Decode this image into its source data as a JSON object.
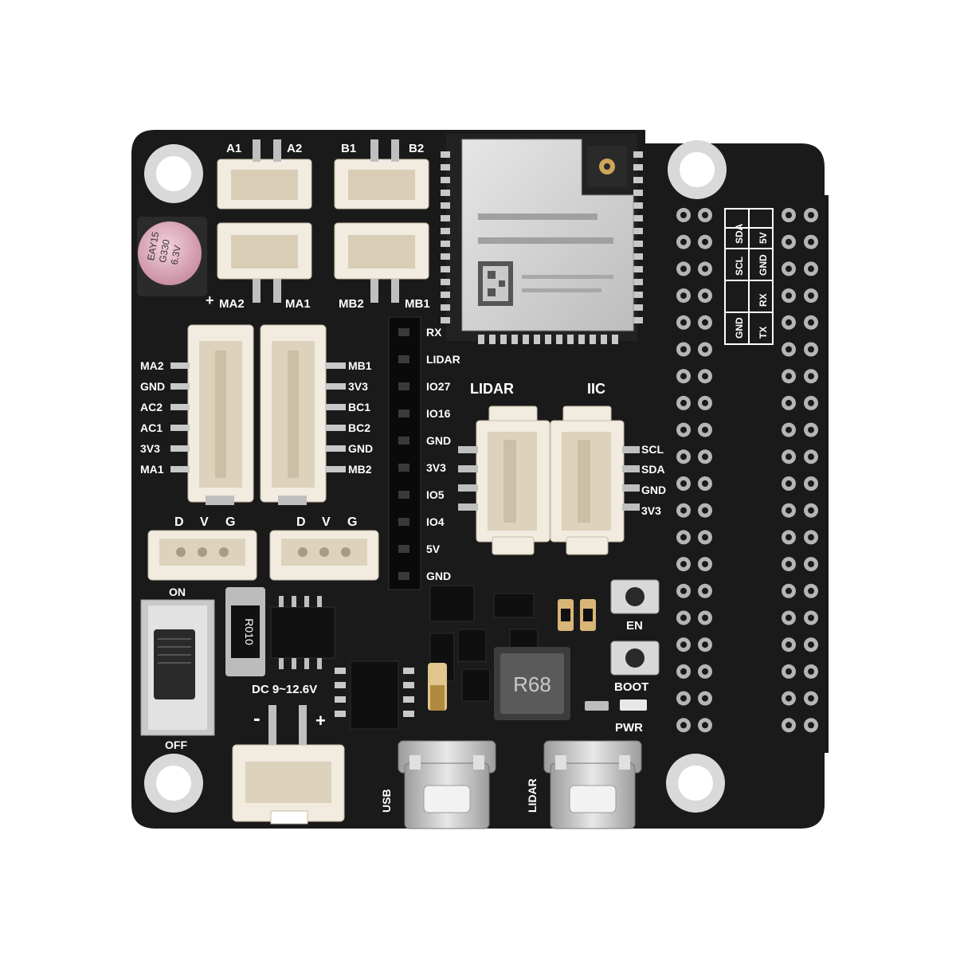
{
  "board": {
    "motor_header_top": {
      "a1": "A1",
      "a2": "A2",
      "b1": "B1",
      "b2": "B2"
    },
    "motor_header_bottom": {
      "ma2": "MA2",
      "ma1": "MA1",
      "mb2": "MB2",
      "mb1": "MB1"
    },
    "capacitor": {
      "line1": "EAY15",
      "line2": "G330",
      "line3": "6.3V",
      "plus": "+"
    },
    "left_connector_pins": [
      "MA2",
      "GND",
      "AC2",
      "AC1",
      "3V3",
      "MA1"
    ],
    "right_connector_pins": [
      "MB1",
      "3V3",
      "BC1",
      "BC2",
      "GND",
      "MB2"
    ],
    "servo_labels": [
      "D",
      "V",
      "G"
    ],
    "header_pins": [
      "RX",
      "LIDAR",
      "IO27",
      "IO16",
      "GND",
      "3V3",
      "IO5",
      "IO4",
      "5V",
      "GND"
    ],
    "lidar_label": "LIDAR",
    "iic_label": "IIC",
    "iic_pins": [
      "SCL",
      "SDA",
      "GND",
      "3V3"
    ],
    "switch": {
      "on": "ON",
      "off": "OFF"
    },
    "resistor": "R010",
    "power_input": {
      "label": "DC 9~12.6V",
      "minus": "-",
      "plus": "+"
    },
    "inductor": "R68",
    "buttons": {
      "en": "EN",
      "boot": "BOOT",
      "pwr": "PWR"
    },
    "usb_ports": {
      "usb": "USB",
      "lidar": "LIDAR"
    },
    "uart_table": [
      [
        "5V",
        "GND",
        "RX",
        "TX"
      ],
      [
        "SDA",
        "SCL",
        "",
        ""
      ],
      [
        "",
        "",
        "",
        "GND"
      ]
    ]
  }
}
